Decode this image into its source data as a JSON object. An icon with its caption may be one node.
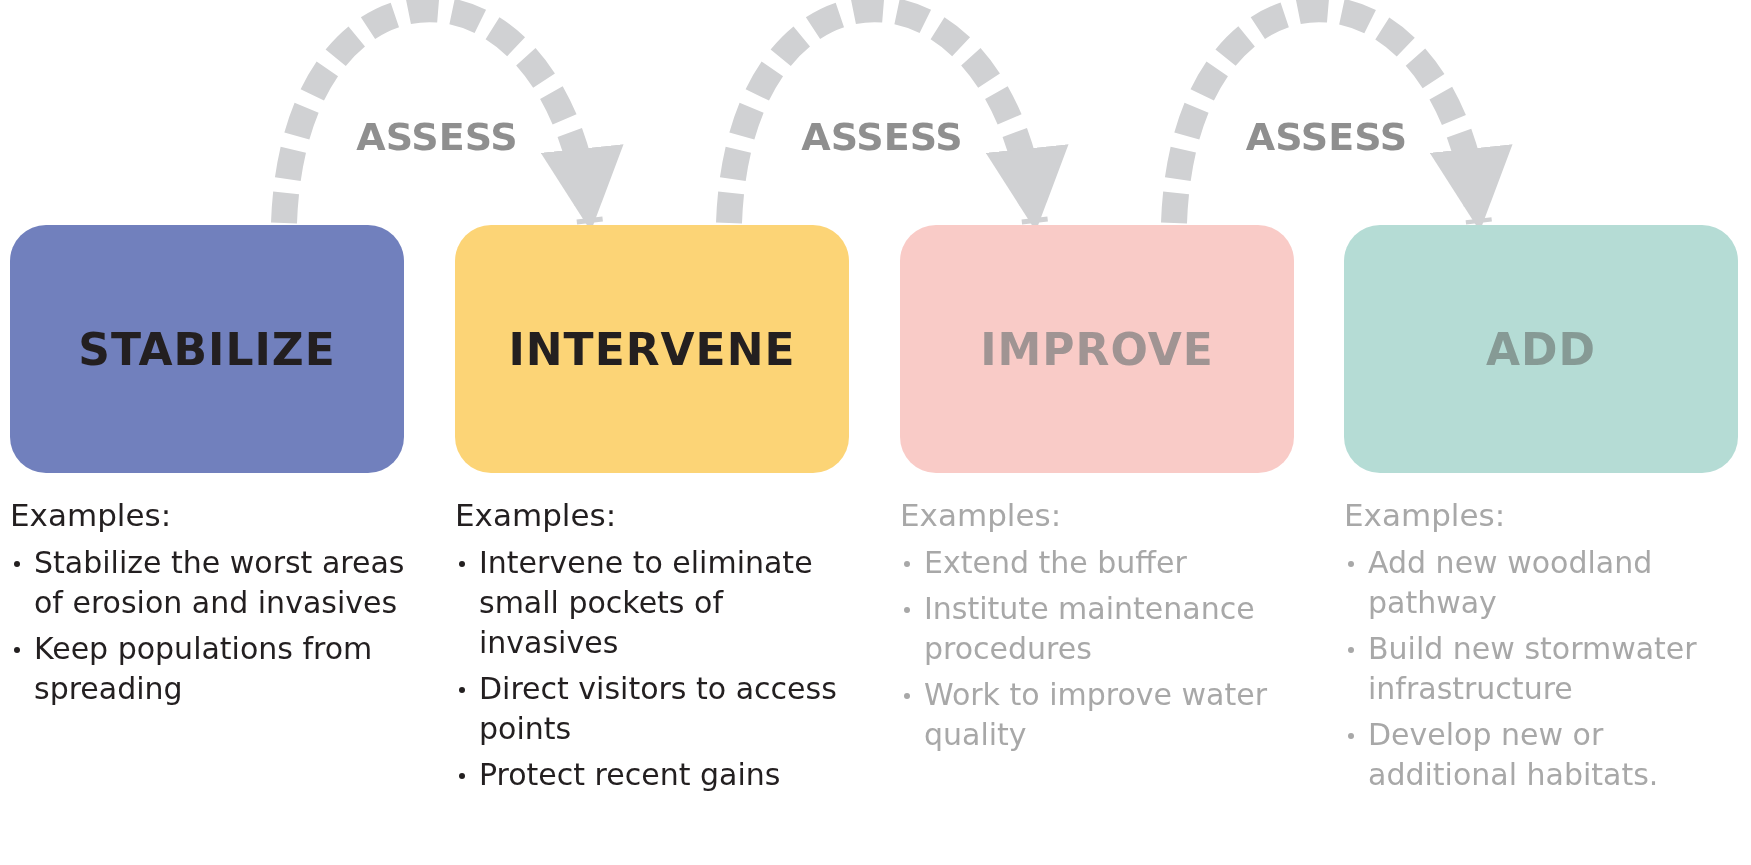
{
  "diagram": {
    "nodes": [
      {
        "text": [
          "STABILIZE"
        ],
        "beside": [
          "Examples:",
          "Stabilize the worst areas of erosion and invasives",
          "Keep populations from spreading"
        ]
      },
      {
        "text": [
          "INTERVENE"
        ],
        "beside": [
          "Examples:",
          "Intervene to eliminate small pockets of invasives",
          "Direct visitors to access points",
          "Protect recent gains"
        ]
      },
      {
        "text": [
          "IMPROVE"
        ],
        "beside": [
          "Examples:",
          "Extend the buffer",
          "Institute maintenance procedures",
          "Work to improve water quality"
        ]
      },
      {
        "text": [
          "ADD"
        ],
        "beside": [
          "Examples:",
          "Add new woodland pathway",
          "Build new stormwater infrastructure",
          "Develop new or additional habitats."
        ]
      }
    ],
    "edges": [
      {
        "from": 0,
        "to": 1,
        "arrow": "to",
        "label": "ASSESS",
        "style": "dashed"
      },
      {
        "from": 1,
        "to": 2,
        "arrow": "to",
        "label": "ASSESS",
        "style": "dashed"
      },
      {
        "from": 2,
        "to": 3,
        "arrow": "to",
        "label": "ASSESS",
        "style": "dashed"
      }
    ]
  }
}
